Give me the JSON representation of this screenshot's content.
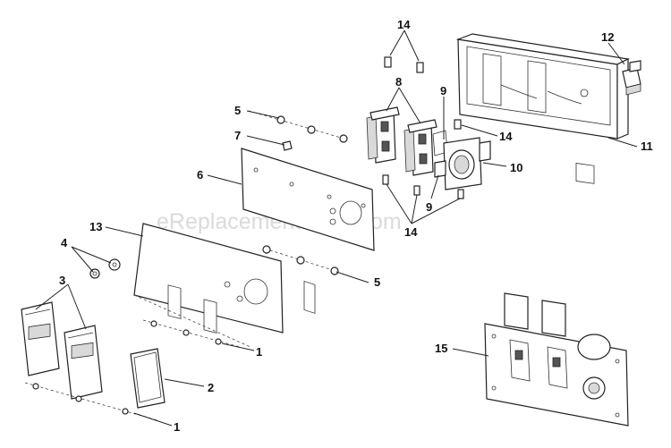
{
  "diagram": {
    "watermark": "eReplacementParts.com",
    "callouts": {
      "c14_top": "14",
      "c12": "12",
      "c8": "8",
      "c9_top": "9",
      "c5_top": "5",
      "c14_mid": "14",
      "c7": "7",
      "c11": "11",
      "c10": "10",
      "c6": "6",
      "c9_bottom": "9",
      "c14_bottom": "14",
      "c13": "13",
      "c4": "4",
      "c3": "3",
      "c5_bottom": "5",
      "c1_mid": "1",
      "c2": "2",
      "c1_bottom": "1",
      "c15": "15"
    }
  }
}
